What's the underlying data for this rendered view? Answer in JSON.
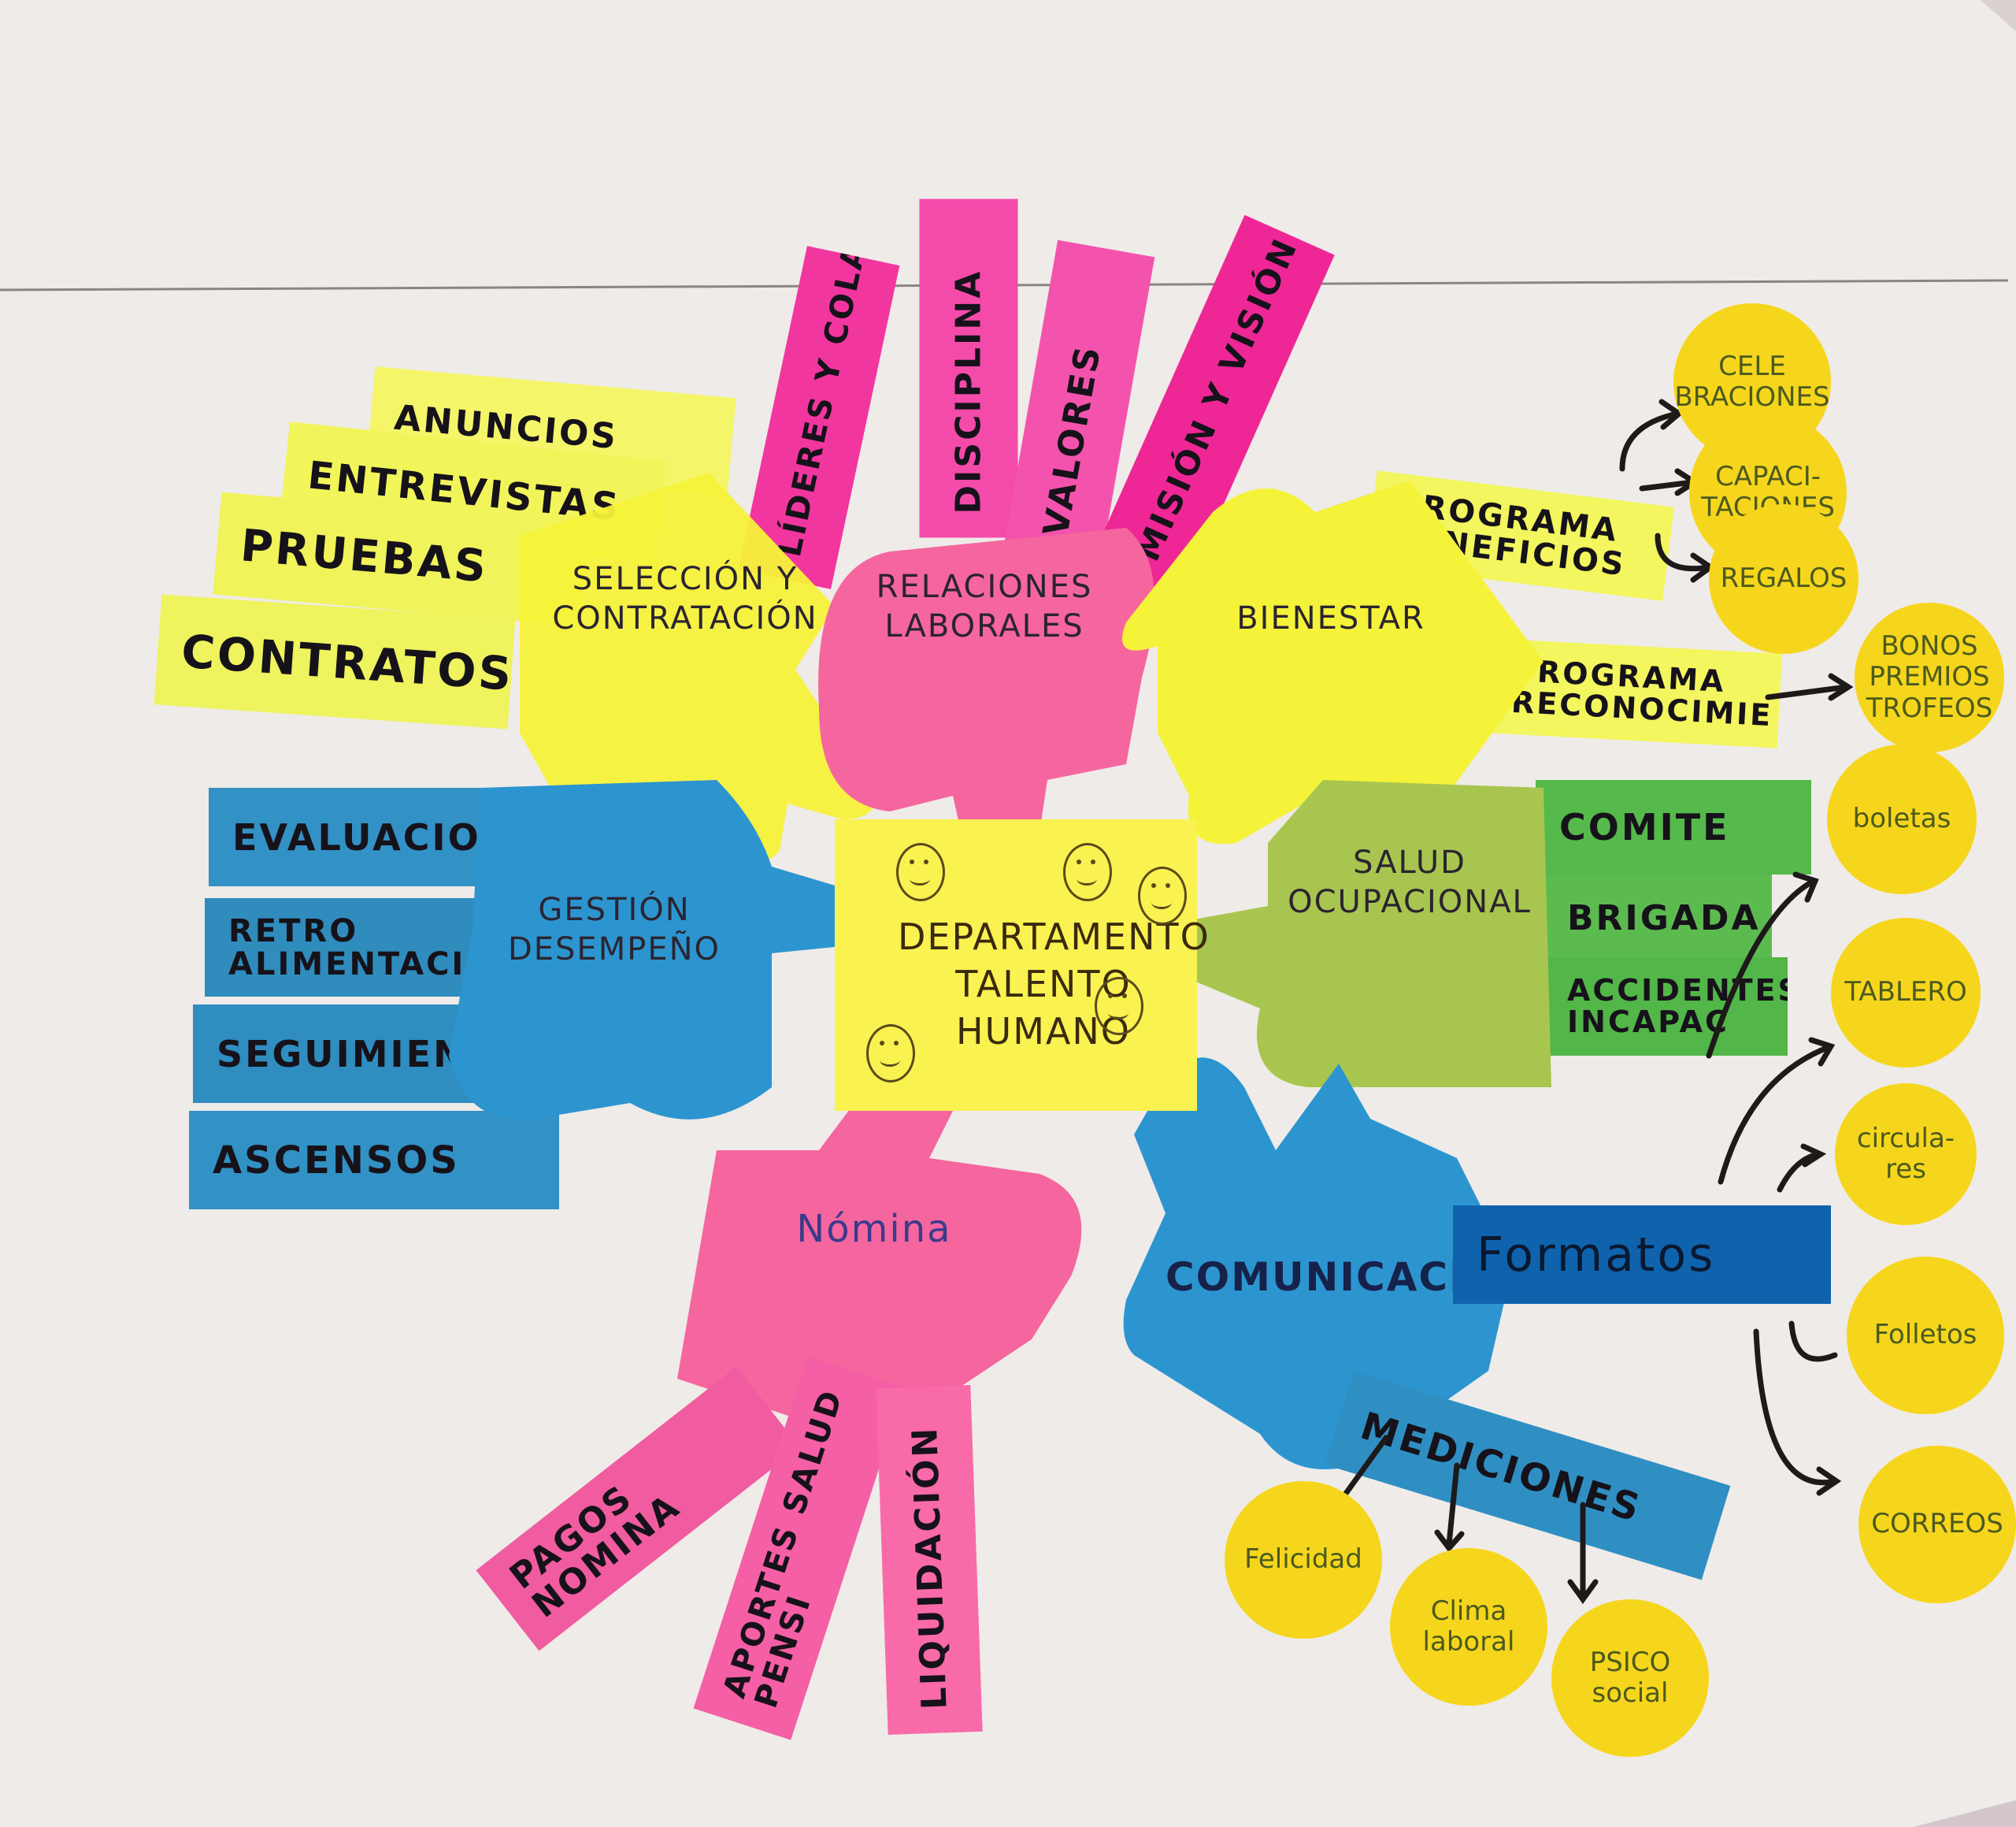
{
  "center": {
    "label": "DEPARTAMENTO TALENTO HUMANO"
  },
  "hands": {
    "seleccion": "SELECCIÓN Y CONTRATACIÓN",
    "relaciones": "RELACIONES LABORALES",
    "bienestar": "BIENESTAR",
    "gestion": "GESTIÓN DESEMPEÑO",
    "salud": "SALUD OCUPACIONAL",
    "nomina": "Nómina",
    "comunicacion": "COMUNICACIÓN"
  },
  "strips": {
    "anuncios": "ANUNCIOS",
    "entrevistas": "ENTREVISTAS",
    "pruebas": "PRUEBAS",
    "contratos": "CONTRATOS",
    "lideres": "LÍDERES Y COLABORADORES",
    "disciplina": "DISCIPLINA",
    "valores": "VALORES",
    "mision": "MISIÓN Y VISIÓN",
    "programa_beneficios": "PROGRAMA BENEFICIOS",
    "programa_reconocimiento": "PROGRAMA RECONOCIMIE",
    "evaluaciones": "EVALUACIONES",
    "retroalimentacion": "RETRO ALIMENTACIÓ",
    "seguimiento": "SEGUIMIENTO",
    "ascensos": "ASCENSOS",
    "comite": "COMITE",
    "brigada": "BRIGADA",
    "accidentes": "ACCIDENTES INCAPAC",
    "formatos": "Formatos",
    "mediciones": "MEDICIONES",
    "pagos_nomina": "PAGOS NOMINA",
    "aportes": "APORTES SALUD PENSI",
    "liquidacion": "LIQUIDACIÓN"
  },
  "dots": {
    "celebraciones": "CELE BRACIONES",
    "capacitaciones": "CAPACI- TACIONES",
    "regalos": "REGALOS",
    "bonos": "BONOS PREMIOS TROFEOS",
    "boletas": "boletas",
    "tablero": "TABLERO",
    "circulares": "circula- res",
    "folletos": "Folletos",
    "correos": "CORREOS",
    "felicidad": "Felicidad",
    "clima": "Clima laboral",
    "psico": "PSICO social"
  },
  "colors": {
    "board": "#efebe8",
    "yellow_note": "#f5f23a",
    "yellow_strip": "#f3f65e",
    "pink_note": "#f5669f",
    "magenta_strip": "#f0339e",
    "blue_note": "#2c95d0",
    "blue_strip": "#2f8fc3",
    "dark_blue_strip": "#0f63ad",
    "green_note": "#a8c64f",
    "green_strip": "#55b94b",
    "circle": "#f6d61c"
  }
}
